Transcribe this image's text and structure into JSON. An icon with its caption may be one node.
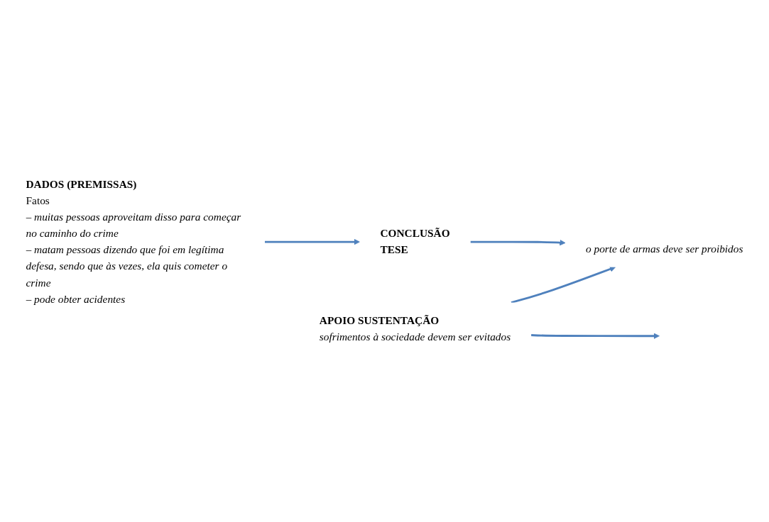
{
  "diagram": {
    "nodes": [
      {
        "text": [
          "DADOS (PREMISSAS)",
          "Fatos",
          "– muitas pessoas aproveitam disso para começar no caminho do crime",
          "– matam pessoas dizendo que foi em legítima defesa, sendo que às vezes, ela quis cometer o crime",
          "– pode obter acidentes"
        ]
      },
      {
        "text": [
          "CONCLUSÃO",
          "TESE"
        ]
      },
      {
        "text": [
          "o porte de armas deve ser proibidos"
        ]
      },
      {
        "text": [
          "APOIO SUSTENTAÇÃO",
          "sofrimentos à sociedade devem ser evitados"
        ]
      }
    ],
    "edges": [
      {
        "from": 0,
        "to": 1,
        "arrow": "to"
      },
      {
        "from": 1,
        "to": 2,
        "arrow": "to"
      },
      {
        "from": 3,
        "to": null,
        "arrow": "to"
      },
      {
        "from": 3,
        "to": 2,
        "arrow": "to"
      }
    ]
  }
}
